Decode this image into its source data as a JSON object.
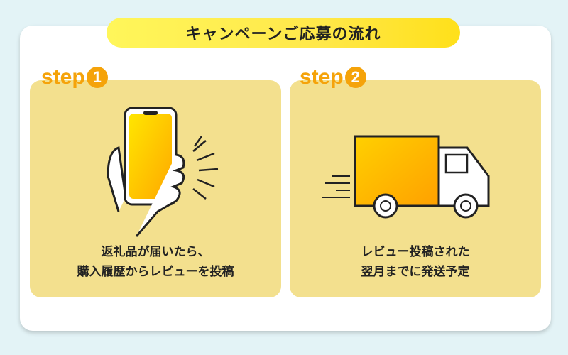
{
  "title": "キャンペーンご応募の流れ",
  "steps": [
    {
      "label": "step",
      "number": "1",
      "lines": [
        "返礼品が届いたら、",
        "購入履歴からレビューを投稿"
      ]
    },
    {
      "label": "step",
      "number": "2",
      "lines": [
        "レビュー投稿された",
        "翌月までに発送予定"
      ]
    }
  ]
}
